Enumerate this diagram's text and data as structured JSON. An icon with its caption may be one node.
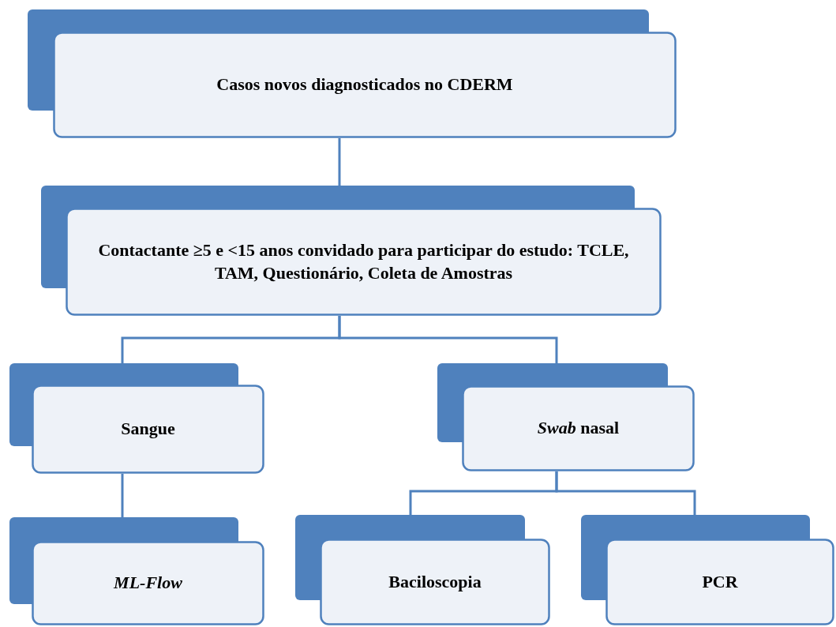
{
  "diagram": {
    "nodes": [
      {
        "text": [
          "Casos novos diagnosticados no CDERM"
        ]
      },
      {
        "text": [
          "Contactante ≥5 e <15 anos convidado para participar do estudo: TCLE, TAM, Questionário, Coleta de Amostras"
        ]
      },
      {
        "text": [
          "Sangue"
        ]
      },
      {
        "text": [
          "*Swab* nasal"
        ]
      },
      {
        "text": [
          "ML-Flow"
        ]
      },
      {
        "text": [
          "Baciloscopia"
        ]
      },
      {
        "text": [
          "PCR"
        ]
      }
    ],
    "edges": [
      {
        "from": 0,
        "to": 1,
        "arrow": "none"
      },
      {
        "from": 1,
        "to": 2,
        "arrow": "none"
      },
      {
        "from": 1,
        "to": 3,
        "arrow": "none"
      },
      {
        "from": 2,
        "to": 4,
        "arrow": "none"
      },
      {
        "from": 3,
        "to": 5,
        "arrow": "none"
      },
      {
        "from": 3,
        "to": 6,
        "arrow": "none"
      }
    ]
  }
}
